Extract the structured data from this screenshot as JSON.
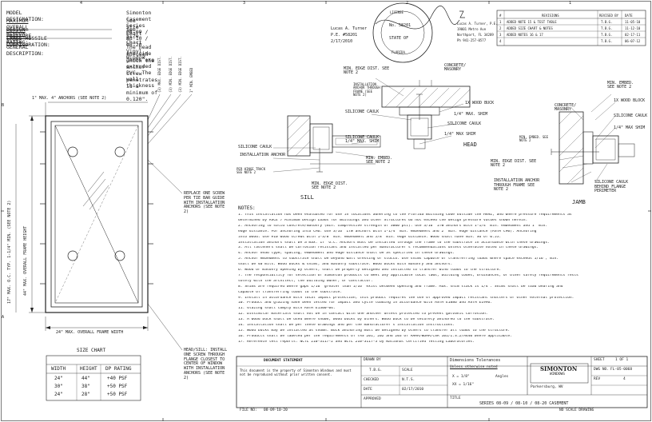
{
  "header": {
    "rows": [
      {
        "key": "MODEL DESIGNATION:",
        "value": "Simonton Casement Series 08-09 / 08-10 / 08-20 Vinyl Window"
      },
      {
        "key": "MAXIMUM OVERALL WINDOW SIZE:",
        "value": "See Size Chart"
      },
      {
        "key": "DESIGN PRESSURE RATING:",
        "value": "See Size Chart"
      },
      {
        "key": "LARGE MISSILE CONFIGURATION:",
        "value": "X"
      },
      {
        "key": "GENERAL DESCRIPTION:",
        "value": "The head and side jambs are extruded PVC. The wall thickness"
      },
      {
        "key": "",
        "value": "through which the anchor screw penetrates is a minimum of 0.120\"."
      }
    ]
  },
  "engineer": {
    "name": "Lucas A. Turner",
    "license": "P.E. #58201",
    "date": "2/17/2010",
    "stamp_no": "No. 58201",
    "stamp_top": "LICENSE",
    "stamp_state": "STATE OF",
    "stamp_bottom": "FLORIDA",
    "block": [
      "Lucas A. Turner, P.E.",
      "19001 Metro Ave",
      "Northport, FL 34289",
      "Ph 941-257-0577"
    ]
  },
  "rev_table": {
    "headers": [
      "#",
      "REVISIONS",
      "REVISED BY",
      "DATE"
    ],
    "rows": [
      [
        "1",
        "ADDED NOTE 15 & TEST TABLE",
        "T.B.G.",
        "11-05-10"
      ],
      [
        "2",
        "ADDED SIZE CHART & NOTES",
        "T.B.G.",
        "11-12-10"
      ],
      [
        "3",
        "ADDED NOTES 16 & 17",
        "T.B.G.",
        "02-17-11"
      ],
      [
        "4",
        "",
        "T.B.G.",
        "06-07-12"
      ]
    ]
  },
  "elevation": {
    "top_dim": "1\" MAX. 4\" ANCHORS (SEE NOTE 2)",
    "left_dim": "44\" MAX. OVERALL FRAME HEIGHT",
    "left_dim2": "17\" MAX. O.C. TYP. 1-1/4\" MIN. (SEE NOTE 2)",
    "bottom_dim": "24\" MAX. OVERALL FRAME WIDTH",
    "right_label": "REPLACE ONE SCREW PER TIE BAR GUIDE WITH INSTALLATION ANCHORS (SEE NOTE 2)",
    "right_label2": "HEAD/SILL: INSTALL ONE SCREW THROUGH FLANGE CLOSEST TO CENTER OF WINDOW WITH INSTALLATION ANCHORS (SEE NOTE 2)",
    "vertical_labels": [
      "(3) MAX. EDGE DIST.",
      "(3) MIN. EDGE DIST.",
      "(3) MIN. EDGE DIST.",
      "1\" MIN. EMBED"
    ]
  },
  "section_labels": {
    "head": [
      "MIN. EDGE DIST. SEE NOTE 2",
      "CONCRETE/ MASONRY",
      "INSTALLATION ANCHOR THROUGH FRAME (SEE NOTE 2)",
      "1X WOOD BUCK",
      "SILICONE CAULK",
      "1/4\" MAX. SHIM",
      "SILICONE CAULK",
      "1/4\" MAX SHIM",
      "HEAD"
    ],
    "sill": [
      "SILICONE CAULK",
      "INSTALLATION ANCHOR",
      "PER HINGE TRACK SEE NOTE 2",
      "SILICONE CAULK 1/4\" MAX. SHIM",
      "MIN. EMBED. SEE NOTE 2",
      "MIN. EDGE DIST. SEE NOTE 2",
      "SILL"
    ],
    "jamb": [
      "MIN. EMBED. SEE NOTE 2",
      "1X WOOD BLOCK",
      "CONCRETE/ MASONRY",
      "SILICONE CAULK",
      "1/4\" MAX SHIM",
      "MIN. EMBED. SEE NOTE 2",
      "MIN. EDGE DIST. SEE NOTE 2",
      "INSTALLATION ANCHOR THROUGH FRAME SEE NOTE 2",
      "SILICONE CAULK BEHIND FLANGE PERIMETER",
      "JAMB"
    ]
  },
  "notes": {
    "title": "NOTES:",
    "lines": [
      "1.  This installation has been evaluated for use in locations adhering to the Florida Building Code outside the HVHZ, and where pressure requirements as",
      "    determined by ASCE 7 Minimum Design Loads for Buildings and Other Structures do not exceed the design pressure values shown herein.",
      "2.  Anchoring to solid concrete/masonry (min. compressive strength of 3000 psi): use 3/16\" ITW anchors with 1-1/4\" min. embedment and 1\" min.",
      "    edge distance. For anchoring into CMU: use 3/16\" ITW anchors with 1-1/4\" min. embedment and 2\" min. edge distance (ASTM C90). Anchoring",
      "    into wood: use #10 wood screws with 1-3/8\" min. embedment and 5/8\" min. edge distance. Wood shall have min. SG of 0.55.",
      "    Installation anchors shall be a max. 17\" O.C. Anchors must be installed through the frame to the substrate in accordance with these drawings.",
      "3.  All fasteners shall be corrosion resistant and installed per manufacturer's recommendations unless otherwise noted in these drawings.",
      "4.  Anchor head type, spacing, embedment and edge distance shall be as specified in these drawings.",
      "5.  Anchor embedment to substrate shall be beyond wall dressing or stucco. Use shims capable of transferring loads where space exceeds 1/16\", min.",
      "    shall be 40 mils. Wood bucks & shims, and masonry substrate. Wood bucks with masonry and anchors.",
      "6.  Wood or masonry opening by others, shall be properly designed and installed to transfer wind loads to the structure.",
      "7.  The responsibility for selection of Simonton products to meet any applicable local laws, building codes, ordinances, or other safety requirements rests",
      "    solely with the architect, the building owner, or contractor.",
      "8.  Shims are required where gaps 1/16\" greater than 1/16\" exist between opening and frame. Max. shim stack is 1/4\". Shims shall be load bearing and",
      "    capable of transferring loads to the substrate.",
      "9.  Install in accordance with local impact protection, this product requires the use of approved impact resistant shutters or other external protection.",
      "10. Product and glazing have been tested for impact and cycle loading in accordance with ASTM E1886 and ASTM E1996.",
      "11. Glazing shall comply with ASTM E1300-04.",
      "12. Dissimilar materials shall not be in contact with one another unless protected to prevent galvanic corrosion.",
      "13. A wood buck shall be used where shown, wood bucks by others. Wood buck to be securely anchored to the substrate.",
      "14. Installation shall be per these drawings and per the manufacturer's installation instructions.",
      "15. Wood bucks may be installed as shown. Buck anchoring must be designed by others to transfer all loads to the structure.",
      "16. Products shall be labeled per the requirements of TAS 201, 202 and 203 or AAMA/WDMA/CSA 101/I.S.2/A440 where applicable.",
      "17. Reference test reports: NCTL 210-3117-2 and NCTL 210-3117-3 by National Certified Testing Laboratories."
    ]
  },
  "size_chart": {
    "title": "SIZE CHART",
    "headers": [
      "WIDTH",
      "HEIGHT",
      "DP RATING"
    ],
    "rows": [
      [
        "24\"",
        "44\"",
        "+40 PSF"
      ],
      [
        "30\"",
        "38\"",
        "+50 PSF"
      ],
      [
        "24\"",
        "28\"",
        "+50 PSF"
      ]
    ]
  },
  "title_block": {
    "disclaimer_title": "DOCUMENT STATEMENT",
    "disclaimer": "This document is the property of Simonton Windows and must not be reproduced without prior written consent.",
    "drawn": "DRAWN BY",
    "drawn_val": "T.B.G.",
    "checked": "CHECKED",
    "date_lbl": "DATE",
    "date_val": "02/17/2010",
    "scale_lbl": "SCALE",
    "scale_val": "N.T.S.",
    "approved": "APPROVED",
    "dims_title": "Dimensions  Tolerances",
    "dims_sub": "Unless otherwise noted",
    "fraction": "X = 1/8\"",
    "decimal": "XX = 1/16\"",
    "angle_lbl": "Angles",
    "company": "SIMONTON",
    "company_sub": "WINDOWS",
    "company_addr": "Parkersburg, WV",
    "sheet_lbl": "SHEET",
    "sheet_val": "1 OF 1",
    "dwg_lbl": "DWG NO.",
    "dwg_val": "FL-05-0068",
    "rev_lbl": "REV",
    "rev_val": "4",
    "title_lbl": "TITLE",
    "title_val": "SERIES 08-09 / 08-10 / 08-20 CASEMENT",
    "file_lbl": "FILE NO:",
    "file_val": "08-09-10-20",
    "footer_right": "NO SCALE DRAWING"
  },
  "border": {
    "zones_top": [
      "4",
      "3",
      "2",
      "1"
    ],
    "zones_side": [
      "B",
      "A"
    ]
  }
}
